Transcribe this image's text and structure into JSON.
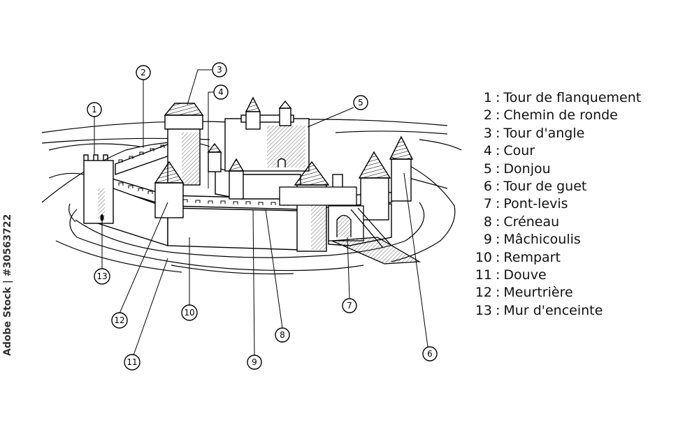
{
  "side_credit": "Adobe Stock | #30563722",
  "callouts": [
    {
      "number": "1",
      "label": "Tour de flanquement"
    },
    {
      "number": "2",
      "label": "Chemin de ronde"
    },
    {
      "number": "3",
      "label": "Tour d'angle"
    },
    {
      "number": "4",
      "label": "Cour"
    },
    {
      "number": "5",
      "label": "Donjou"
    },
    {
      "number": "6",
      "label": "Tour de guet"
    },
    {
      "number": "7",
      "label": "Pont-levis"
    },
    {
      "number": "8",
      "label": "Créneau"
    },
    {
      "number": "9",
      "label": "Mâchicoulis"
    },
    {
      "number": "10",
      "label": "Rempart"
    },
    {
      "number": "11",
      "label": "Douve"
    },
    {
      "number": "12",
      "label": "Meurtrière"
    },
    {
      "number": "13",
      "label": "Mur d'enceinte"
    }
  ],
  "colors": {
    "ink": "#111111",
    "paper": "#ffffff"
  }
}
